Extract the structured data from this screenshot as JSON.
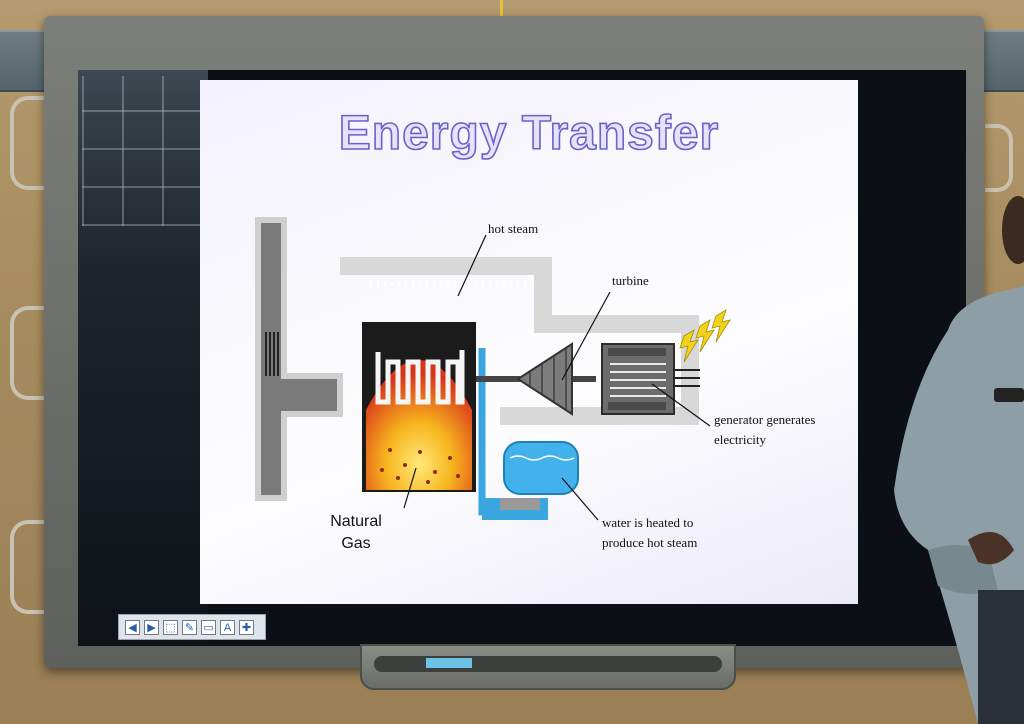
{
  "slide": {
    "title": "Energy Transfer",
    "labels": {
      "hot_steam": "hot steam",
      "turbine": "turbine",
      "generator_line1": "generator generates",
      "generator_line2": "electricity",
      "natural_gas_line1": "Natural",
      "natural_gas_line2": "Gas",
      "water_line1": "water is heated to",
      "water_line2": "produce hot steam"
    }
  },
  "toolbar": {
    "buttons": [
      {
        "icon": "arrow-left-icon",
        "glyph": "◀"
      },
      {
        "icon": "arrow-right-icon",
        "glyph": "▶"
      },
      {
        "icon": "select-icon",
        "glyph": "⬚"
      },
      {
        "icon": "pen-icon",
        "glyph": "✎"
      },
      {
        "icon": "screen-icon",
        "glyph": "▭"
      },
      {
        "icon": "text-icon",
        "glyph": "A"
      },
      {
        "icon": "capture-icon",
        "glyph": "✚"
      }
    ]
  },
  "colors": {
    "title_outline": "#6a63c9",
    "flame": "#f39a1c",
    "water": "#3aa6e0",
    "bolt": "#f2d21b"
  }
}
